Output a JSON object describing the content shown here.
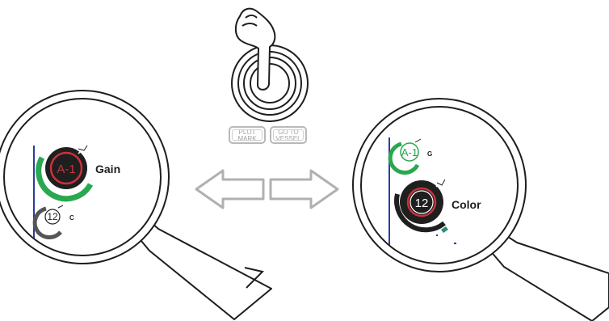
{
  "top_buttons": {
    "plot_mark": [
      "PLOT",
      "MARK"
    ],
    "go_to_vessel": [
      "GO TO",
      "VESSEL"
    ]
  },
  "left_lens": {
    "primary_knob_value": "A-1",
    "primary_knob_label": "Gain",
    "secondary_knob_value": "12",
    "secondary_knob_label": "C"
  },
  "right_lens": {
    "secondary_knob_value": "A-1",
    "secondary_knob_label": "G",
    "primary_knob_value": "12",
    "primary_knob_label": "Color"
  },
  "colors": {
    "outline": "#1e1e1e",
    "knob_black": "#1f1f1f",
    "knob_red": "#c8323c",
    "knob_green": "#29a84f",
    "knob_gray": "#555555",
    "accent_blue": "#2b3c9c",
    "arrow_gray": "#b0b0b0"
  },
  "icons": [
    "pointing-hand-icon",
    "trackball-icon",
    "arrow-left-icon",
    "arrow-right-icon",
    "magnifier-icon"
  ]
}
